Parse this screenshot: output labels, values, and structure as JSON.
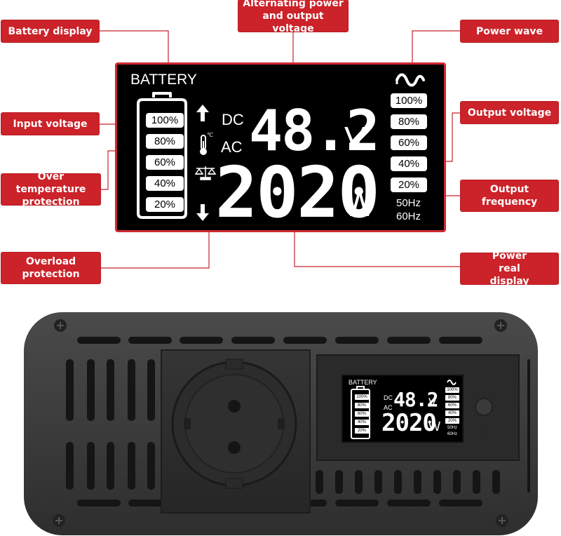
{
  "callouts": {
    "battery_display": "Battery display",
    "alternating_power": "Alternating power and output voltage",
    "power_wave": "Power wave",
    "input_voltage": "Input voltage",
    "output_voltage": "Output voltage",
    "over_temperature": "Over temperature protection",
    "output_frequency": "Output frequency",
    "overload_protection": "Overload protection",
    "power_real_display": "Power real display"
  },
  "lcd": {
    "battery_label": "BATTERY",
    "dc_label": "DC",
    "ac_label": "AC",
    "voltage_value": "48.2",
    "voltage_unit": "V",
    "power_value": "2020",
    "power_unit": "W",
    "temp_unit": "℃",
    "battery_levels": [
      "100%",
      "80%",
      "60%",
      "40%",
      "20%"
    ],
    "output_levels": [
      "100%",
      "80%",
      "60%",
      "40%",
      "20%"
    ],
    "freq_50": "50Hz",
    "freq_60": "60Hz"
  },
  "colors": {
    "callout_red": "#cc2229",
    "lcd_background": "#000000",
    "device_body": "#3a3a3a"
  },
  "icons": [
    "wave-icon",
    "thermometer-icon",
    "overload-scale-icon",
    "arrow-up-icon",
    "arrow-down-icon",
    "power-icon",
    "screw-icon"
  ]
}
